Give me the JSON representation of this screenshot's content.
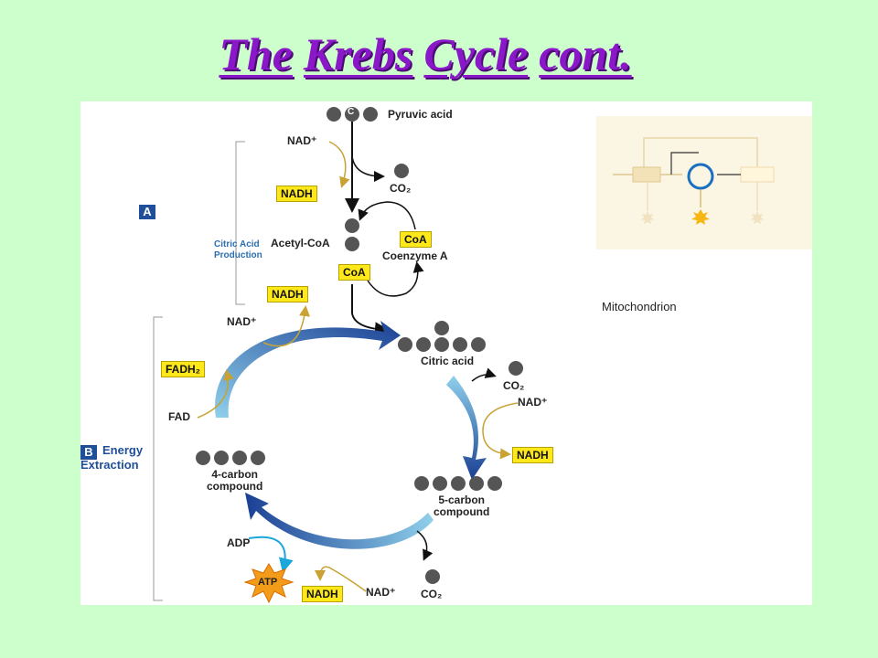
{
  "title": {
    "words": [
      "The",
      "Krebs",
      "Cycle",
      "cont."
    ]
  },
  "diagram": {
    "section_a": {
      "tag": "A",
      "label": "Citric Acid\nProduction"
    },
    "section_b": {
      "tag": "B",
      "label": "Energy\nExtraction"
    },
    "molecules": {
      "pyruvic": "Pyruvic acid",
      "acetyl": "Acetyl-CoA",
      "coenzyme": "Coenzyme A",
      "citric": "Citric acid",
      "five_carbon": "5-carbon\ncompound",
      "four_carbon": "4-carbon\ncompound"
    },
    "carbon_symbol": "C",
    "co2": "CO₂",
    "coa": "CoA",
    "nad": "NAD⁺",
    "nadh": "NADH",
    "fad": "FAD",
    "fadh2": "FADH₂",
    "adp": "ADP",
    "atp": "ATP",
    "inset_label": "Mitochondrion"
  },
  "colors": {
    "title": "#8a17c8",
    "background": "#ccffcc",
    "label_box": "#ffe81a",
    "arrow_gold": "#c9a233",
    "cycle_dark": "#1a3f94",
    "cycle_light": "#8fd0ea",
    "carbon": "#555555"
  }
}
